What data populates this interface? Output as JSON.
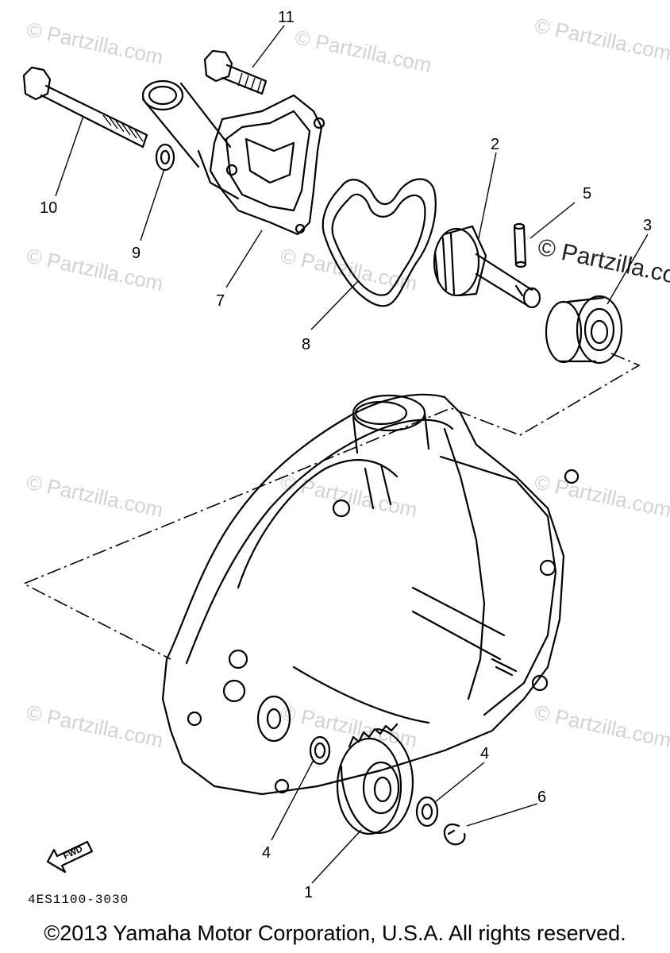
{
  "watermark": "© Partzilla.com",
  "diagram_code": "4ES1100-3030",
  "fwd_label": "FWD",
  "copyright": "©2013 Yamaha Motor Corporation, U.S.A. All rights reserved.",
  "callouts": [
    {
      "id": "c1",
      "label": "1"
    },
    {
      "id": "c2",
      "label": "2"
    },
    {
      "id": "c3",
      "label": "3"
    },
    {
      "id": "c4a",
      "label": "4"
    },
    {
      "id": "c4b",
      "label": "4"
    },
    {
      "id": "c5",
      "label": "5"
    },
    {
      "id": "c6",
      "label": "6"
    },
    {
      "id": "c7",
      "label": "7"
    },
    {
      "id": "c8",
      "label": "8"
    },
    {
      "id": "c9",
      "label": "9"
    },
    {
      "id": "c10",
      "label": "10"
    },
    {
      "id": "c11",
      "label": "11"
    }
  ]
}
